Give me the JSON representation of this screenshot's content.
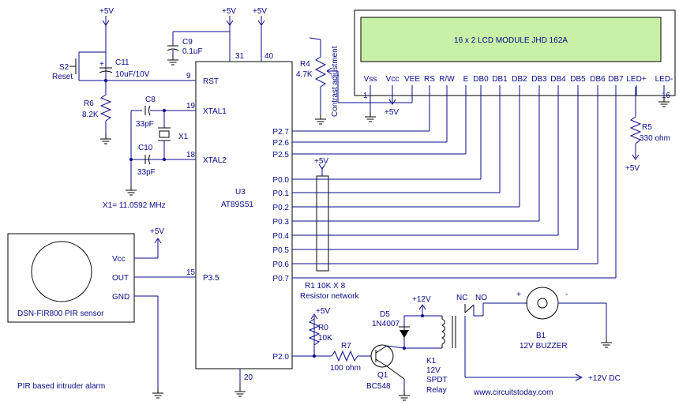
{
  "title": "PIR based intruder alarm",
  "website": "www.circuitstoday.com",
  "lcd": {
    "module_label": "16 x 2 LCD MODULE  JHD  162A",
    "pins": [
      "Vss",
      "Vcc",
      "VEE",
      "RS",
      "R/W",
      "E",
      "DB0",
      "DB1",
      "DB2",
      "DB3",
      "DB4",
      "DB5",
      "DB6",
      "DB7",
      "LED+",
      "LED-"
    ],
    "pin1": "1",
    "pin16": "16",
    "contrast_label": "Contrast adjustment"
  },
  "mcu": {
    "ref": "U3",
    "part": "AT89S51",
    "left_pins": [
      {
        "name": "RST",
        "num": "9"
      },
      {
        "name": "XTAL1",
        "num": "19"
      },
      {
        "name": "XTAL2",
        "num": "18"
      },
      {
        "name": "P3.5",
        "num": "15"
      }
    ],
    "right_pins": [
      "P2.7",
      "P2.6",
      "P2.5",
      "P0.0",
      "P0.1",
      "P0.2",
      "P0.3",
      "P0.4",
      "P0.5",
      "P0.6",
      "P0.7",
      "P2.0"
    ],
    "top_pins": [
      "31",
      "40"
    ],
    "bottom_pin": "20"
  },
  "supply_label": "+5V",
  "supply_12v": "+12V",
  "supply_12v_dc": "+12V DC",
  "components": {
    "c9": {
      "ref": "C9",
      "value": "0.1uF"
    },
    "c11": {
      "ref": "C11",
      "value": "10uF/10V"
    },
    "s2": {
      "ref": "S2",
      "label": "Reset"
    },
    "r6": {
      "ref": "R6",
      "value": "8.2K"
    },
    "c8": {
      "ref": "C8",
      "value": "33pF"
    },
    "c10": {
      "ref": "C10",
      "value": "33pF"
    },
    "x1": {
      "ref": "X1",
      "value": "X1= 11.0592 MHz"
    },
    "r4": {
      "ref": "R4",
      "value": "4.7K"
    },
    "r5": {
      "ref": "R5",
      "value": "330 ohm"
    },
    "r1": {
      "ref": "R1  10K X 8",
      "label": "Resistor network"
    },
    "r0": {
      "ref": "R0",
      "value": "10K"
    },
    "r7": {
      "ref": "R7",
      "value": "100 ohm"
    },
    "q1": {
      "ref": "Q1",
      "value": "BC548"
    },
    "d5": {
      "ref": "D5",
      "value": "1N4007"
    },
    "k1": {
      "ref": "K1",
      "value": "12V",
      "type": "SPDT",
      "label": "Relay"
    },
    "b1": {
      "ref": "B1",
      "value": "12V BUZZER"
    },
    "relay_nc": "NC",
    "relay_no": "NO",
    "plus": "+",
    "minus": "-"
  },
  "pir": {
    "label": "DSN-FIR800 PIR sensor",
    "pins": [
      "Vcc",
      "OUT",
      "GND"
    ]
  }
}
